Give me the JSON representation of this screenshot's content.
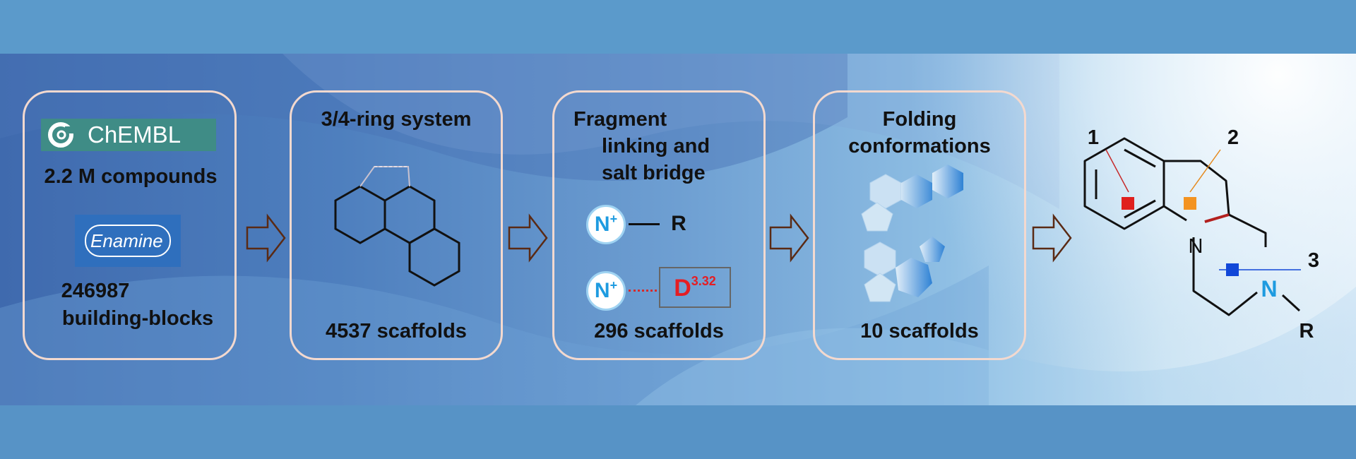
{
  "step1": {
    "chembl_logo_text": "ChEMBL",
    "compounds": "2.2 M compounds",
    "enamine_logo_text": "Enamine",
    "blocks_count": "246987",
    "blocks_label": "building-blocks"
  },
  "step2": {
    "title": "3/4-ring system",
    "count": "4537 scaffolds"
  },
  "step3": {
    "title_lines": [
      "Fragment",
      "linking and",
      "salt bridge"
    ],
    "n_plus": "N",
    "plus_sign": "+",
    "r_label": "R",
    "d_label": "D",
    "d_sup": "3.32",
    "count": "296 scaffolds"
  },
  "step4": {
    "title_lines": [
      "Folding",
      "conformations"
    ],
    "count": "10 scaffolds"
  },
  "structure": {
    "labels": [
      "1",
      "2",
      "3"
    ],
    "n1": "N",
    "n2": "N",
    "r": "R",
    "marker_colors": [
      "#e0201e",
      "#f39321",
      "#1147d8"
    ]
  },
  "colors": {
    "n_plus_blue": "#1e9be0",
    "d_red": "#e51d23",
    "arrow": "#5a2a14"
  }
}
